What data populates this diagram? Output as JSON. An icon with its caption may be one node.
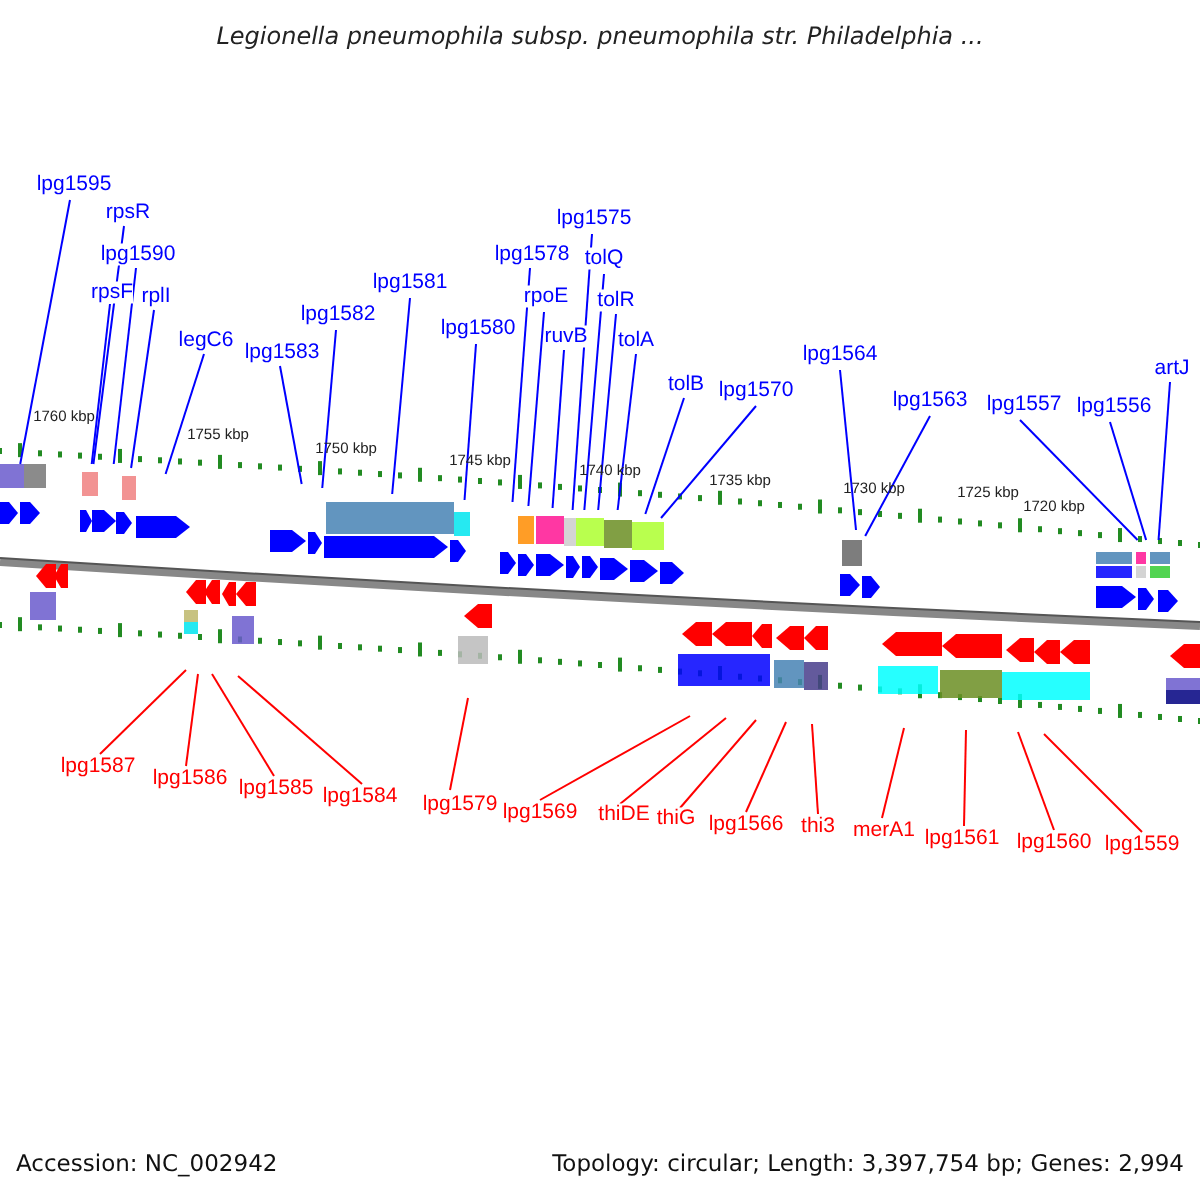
{
  "diagram": {
    "title": "Legionella pneumophila subsp. pneumophila str. Philadelphia ...",
    "nodes": [
      {
        "text": [
          "lpg1595"
        ]
      },
      {
        "text": [
          "rpsR"
        ]
      },
      {
        "text": [
          "lpg1590"
        ]
      },
      {
        "text": [
          "rpsF"
        ]
      },
      {
        "text": [
          "rplI"
        ]
      },
      {
        "text": [
          "legC6"
        ]
      },
      {
        "text": [
          "lpg1583"
        ]
      },
      {
        "text": [
          "lpg1582"
        ]
      },
      {
        "text": [
          "lpg1581"
        ]
      },
      {
        "text": [
          "lpg1580"
        ]
      },
      {
        "text": [
          "lpg1578"
        ]
      },
      {
        "text": [
          "rpoE"
        ]
      },
      {
        "text": [
          "ruvB"
        ]
      },
      {
        "text": [
          "lpg1575"
        ]
      },
      {
        "text": [
          "tolQ"
        ]
      },
      {
        "text": [
          "tolR"
        ]
      },
      {
        "text": [
          "tolA"
        ]
      },
      {
        "text": [
          "tolB"
        ]
      },
      {
        "text": [
          "lpg1570"
        ]
      },
      {
        "text": [
          "lpg1564"
        ]
      },
      {
        "text": [
          "lpg1563"
        ]
      },
      {
        "text": [
          "lpg1557"
        ]
      },
      {
        "text": [
          "lpg1556"
        ]
      },
      {
        "text": [
          "artJ"
        ]
      },
      {
        "text": [
          "lpg1587"
        ]
      },
      {
        "text": [
          "lpg1586"
        ]
      },
      {
        "text": [
          "lpg1585"
        ]
      },
      {
        "text": [
          "lpg1584"
        ]
      },
      {
        "text": [
          "lpg1579"
        ]
      },
      {
        "text": [
          "lpg1569"
        ]
      },
      {
        "text": [
          "thiDE"
        ]
      },
      {
        "text": [
          "thiG"
        ]
      },
      {
        "text": [
          "lpg1566"
        ]
      },
      {
        "text": [
          "thi3"
        ]
      },
      {
        "text": [
          "merA1"
        ]
      },
      {
        "text": [
          "lpg1561"
        ]
      },
      {
        "text": [
          "lpg1560"
        ]
      },
      {
        "text": [
          "lpg1559"
        ]
      }
    ],
    "edges": [
      {
        "from": 0,
        "to": null,
        "arrow": "none"
      },
      {
        "from": 1,
        "to": null,
        "arrow": "none"
      },
      {
        "from": 2,
        "to": null,
        "arrow": "none"
      },
      {
        "from": 3,
        "to": null,
        "arrow": "none"
      },
      {
        "from": 4,
        "to": null,
        "arrow": "none"
      },
      {
        "from": 5,
        "to": null,
        "arrow": "none"
      },
      {
        "from": 6,
        "to": null,
        "arrow": "none"
      },
      {
        "from": 7,
        "to": null,
        "arrow": "none"
      },
      {
        "from": 8,
        "to": null,
        "arrow": "none"
      },
      {
        "from": 9,
        "to": null,
        "arrow": "none"
      },
      {
        "from": 10,
        "to": null,
        "arrow": "none"
      },
      {
        "from": 11,
        "to": null,
        "arrow": "none"
      },
      {
        "from": 12,
        "to": null,
        "arrow": "none"
      },
      {
        "from": 13,
        "to": null,
        "arrow": "none"
      },
      {
        "from": 14,
        "to": null,
        "arrow": "none"
      },
      {
        "from": 15,
        "to": null,
        "arrow": "none"
      },
      {
        "from": 16,
        "to": null,
        "arrow": "none"
      },
      {
        "from": 17,
        "to": null,
        "arrow": "none"
      },
      {
        "from": 18,
        "to": null,
        "arrow": "none"
      },
      {
        "from": 19,
        "to": null,
        "arrow": "none"
      },
      {
        "from": 20,
        "to": null,
        "arrow": "none"
      },
      {
        "from": 21,
        "to": null,
        "arrow": "none"
      },
      {
        "from": 22,
        "to": null,
        "arrow": "none"
      },
      {
        "from": 23,
        "to": null,
        "arrow": "none"
      },
      {
        "from": 24,
        "to": null,
        "arrow": "none",
        "color": "#ff0000"
      },
      {
        "from": 25,
        "to": null,
        "arrow": "none",
        "color": "#ff0000"
      },
      {
        "from": 26,
        "to": null,
        "arrow": "none",
        "color": "#ff0000"
      },
      {
        "from": 27,
        "to": null,
        "arrow": "none",
        "color": "#ff0000"
      },
      {
        "from": 28,
        "to": null,
        "arrow": "none",
        "color": "#ff0000"
      },
      {
        "from": 29,
        "to": null,
        "arrow": "none",
        "color": "#ff0000"
      },
      {
        "from": 30,
        "to": null,
        "arrow": "none",
        "color": "#ff0000"
      },
      {
        "from": 31,
        "to": null,
        "arrow": "none",
        "color": "#ff0000"
      },
      {
        "from": 32,
        "to": null,
        "arrow": "none",
        "color": "#ff0000"
      },
      {
        "from": 33,
        "to": null,
        "arrow": "none",
        "color": "#ff0000"
      },
      {
        "from": 34,
        "to": null,
        "arrow": "none",
        "color": "#ff0000"
      },
      {
        "from": 35,
        "to": null,
        "arrow": "none",
        "color": "#ff0000"
      },
      {
        "from": 36,
        "to": null,
        "arrow": "none",
        "color": "#ff0000"
      },
      {
        "from": 37,
        "to": null,
        "arrow": "none",
        "color": "#ff0000"
      }
    ],
    "labels": [
      "1760 kbp",
      "1755 kbp",
      "1750 kbp",
      "1745 kbp",
      "1740 kbp",
      "1735 kbp",
      "1730 kbp",
      "1725 kbp",
      "1720 kbp",
      "Accession: NC_002942",
      "Topology: circular; Length: 3,397,754 bp; Genes: 2,994"
    ]
  }
}
